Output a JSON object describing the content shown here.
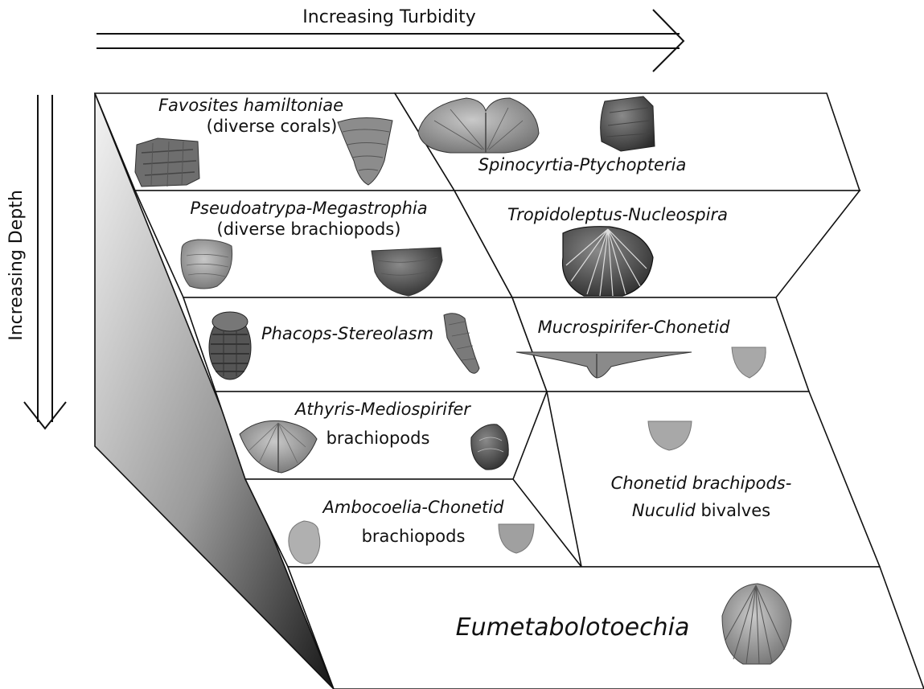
{
  "axes": {
    "turbidity_label": "Increasing Turbidity",
    "depth_label": "Increasing Depth"
  },
  "cells": {
    "favosites": {
      "name": "Favosites hamiltoniae",
      "note": "(diverse corals)"
    },
    "spinocyrtia": {
      "name": "Spinocyrtia-Ptychopteria"
    },
    "pseudoatrypa": {
      "name": "Pseudoatrypa-Megastrophia",
      "note": "(diverse brachiopods)"
    },
    "tropidoleptus": {
      "name": "Tropidoleptus-Nucleospira"
    },
    "phacops": {
      "name": "Phacops-Stereolasm"
    },
    "mucrospirifer": {
      "name": "Mucrospirifer-Chonetid"
    },
    "athyris": {
      "name": "Athyris-Mediospirifer",
      "note": "brachiopods"
    },
    "chonetid_nuculid": {
      "name_line1": "Chonetid brachipods-",
      "name_line2_italic": "Nuculid",
      "name_line2_plain": " bivalves"
    },
    "ambocoelia": {
      "name": "Ambocoelia-Chonetid",
      "note": "brachiopods"
    },
    "eumetabolotoechia": {
      "name": "Eumetabolotoechia"
    }
  },
  "fossil_icons": [
    "coral-colony-icon",
    "horn-coral-icon",
    "brachiopod-icon",
    "trilobite-icon",
    "spiriferid-icon",
    "chonetid-icon"
  ],
  "colors": {
    "line": "#111111",
    "side_gradient_light": "#f2f2f2",
    "side_gradient_dark": "#1a1a1a",
    "fossil_fill": "#8a8a8a"
  }
}
